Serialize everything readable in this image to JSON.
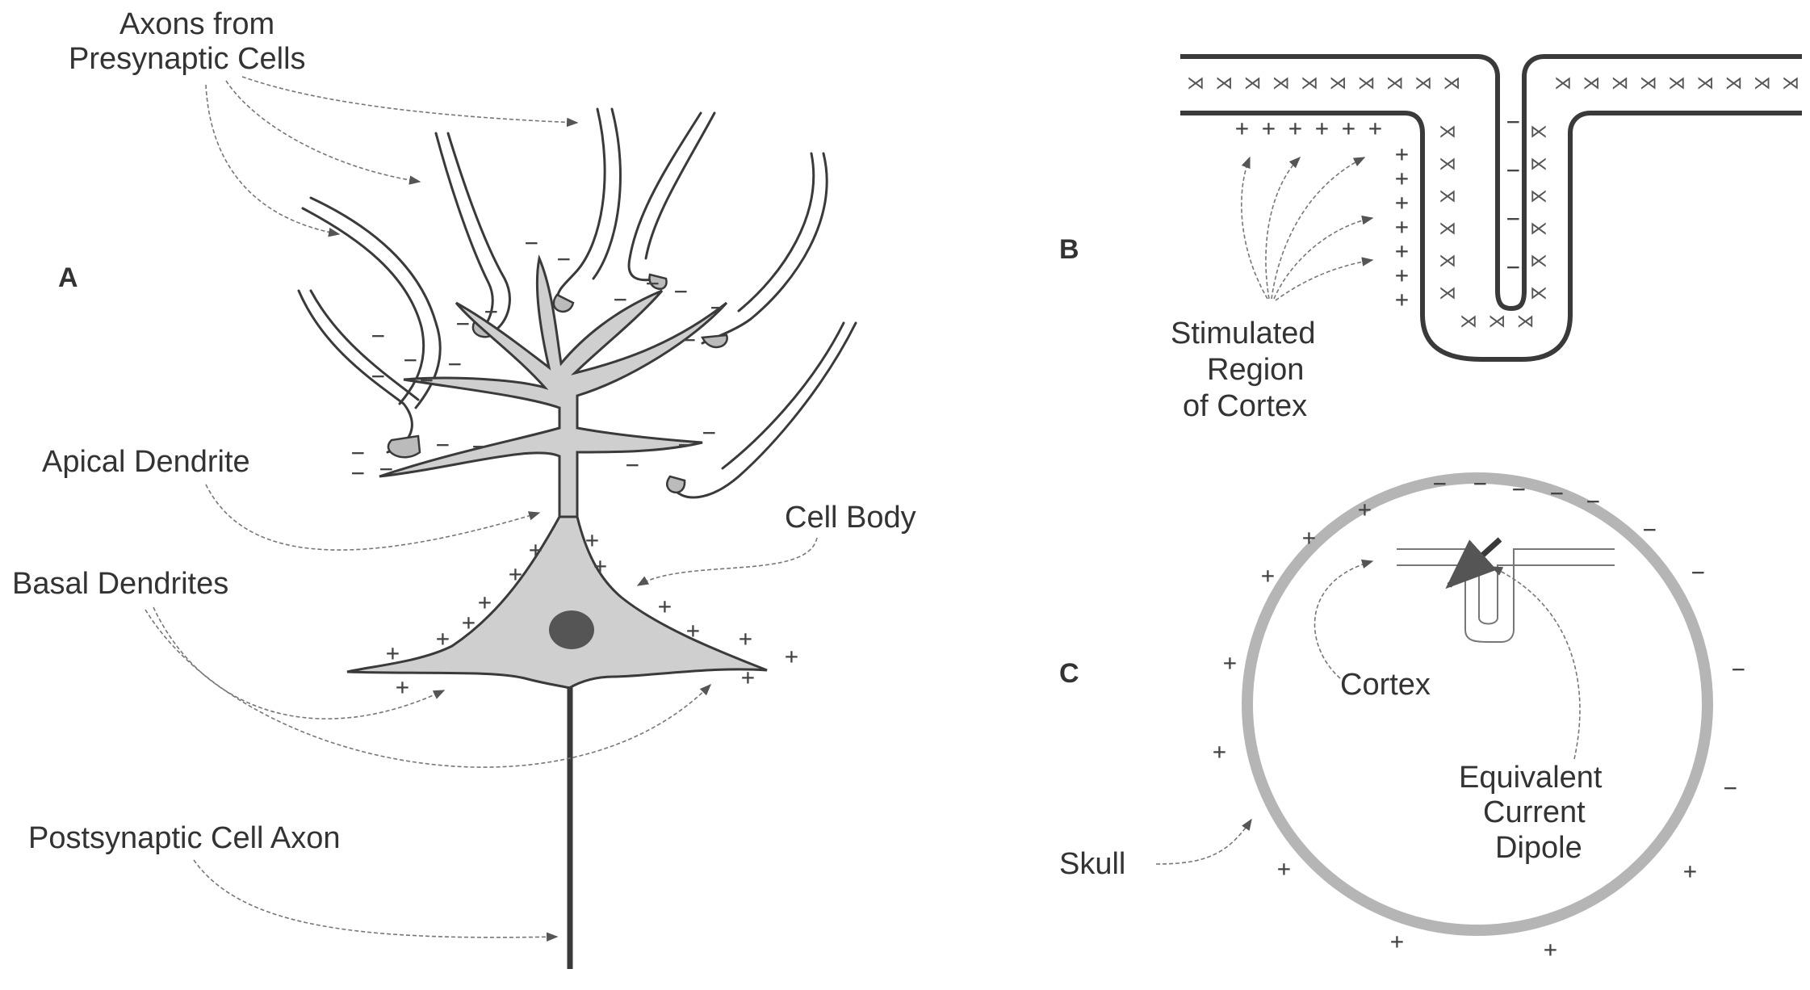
{
  "panels": {
    "a": "A",
    "b": "B",
    "c": "C"
  },
  "labels": {
    "axons_line1": "Axons from",
    "axons_line2": "Presynaptic Cells",
    "apical_dendrite": "Apical Dendrite",
    "basal_dendrites": "Basal Dendrites",
    "cell_body": "Cell Body",
    "postsynaptic_axon": "Postsynaptic Cell Axon",
    "stimulated_line1": "Stimulated",
    "stimulated_line2": "Region",
    "stimulated_line3": "of Cortex",
    "cortex": "Cortex",
    "skull": "Skull",
    "dipole_line1": "Equivalent",
    "dipole_line2": "Current",
    "dipole_line3": "Dipole"
  },
  "signs": {
    "plus": "+",
    "minus": "−"
  },
  "colors": {
    "neuron_fill": "#cfcfcf",
    "outline": "#3a3a3a",
    "skull": "#b5b5b5",
    "nucleus": "#555555"
  }
}
